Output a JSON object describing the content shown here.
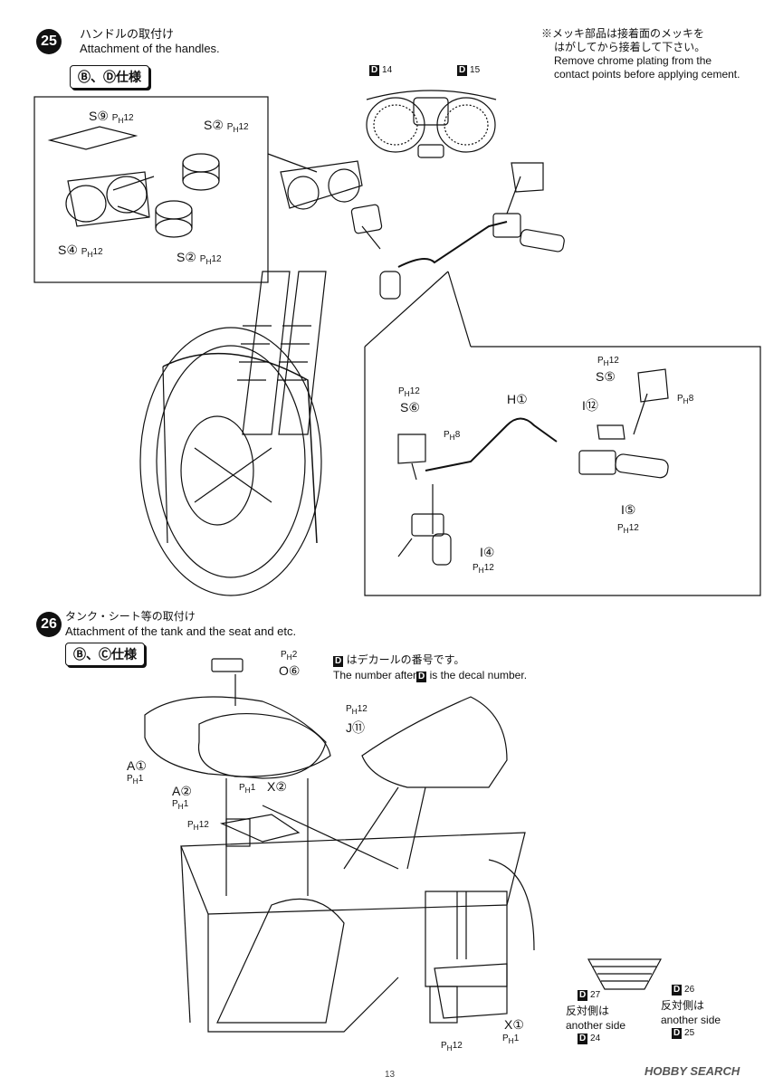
{
  "step25": {
    "number": "25",
    "title_jp": "ハンドルの取付け",
    "title_en": "Attachment of the handles.",
    "spec": "Ⓑ、Ⓓ仕様",
    "note_lines": [
      "※メッキ部品は接着面のメッキを",
      "はがしてから接着して下さい。",
      "Remove chrome plating from the",
      "contact points before applying cement."
    ],
    "decal_left": "14",
    "decal_right": "15",
    "parts": {
      "s9": "S⑨",
      "s2a": "S②",
      "s2b": "S②",
      "s4": "S④",
      "h1": "H①",
      "i12": "I⑫",
      "s5": "S⑤",
      "s6": "S⑥",
      "i5": "I⑤",
      "i4": "I④"
    },
    "paint": {
      "p12": "12",
      "p8": "8"
    }
  },
  "step26": {
    "number": "26",
    "title_jp": "タンク・シート等の取付け",
    "title_en": "Attachment of the tank and the seat and etc.",
    "spec": "Ⓑ、Ⓒ仕様",
    "decal_note_jp": "はデカールの番号です。",
    "decal_note_en_pre": "The number after",
    "decal_note_en_post": "is the decal number.",
    "parts": {
      "o6": "O⑥",
      "a1": "A①",
      "a2": "A②",
      "x2": "X②",
      "j11": "J⑪",
      "x1": "X①"
    },
    "paint": {
      "p2": "2",
      "p1": "1",
      "p12": "12"
    },
    "decals": {
      "d27": "27",
      "d24": "24",
      "d26": "26",
      "d25": "25",
      "other_side_jp": "反対側は",
      "other_side_en": "another side"
    }
  },
  "page_number": "13",
  "watermark": "HOBBY SEARCH"
}
